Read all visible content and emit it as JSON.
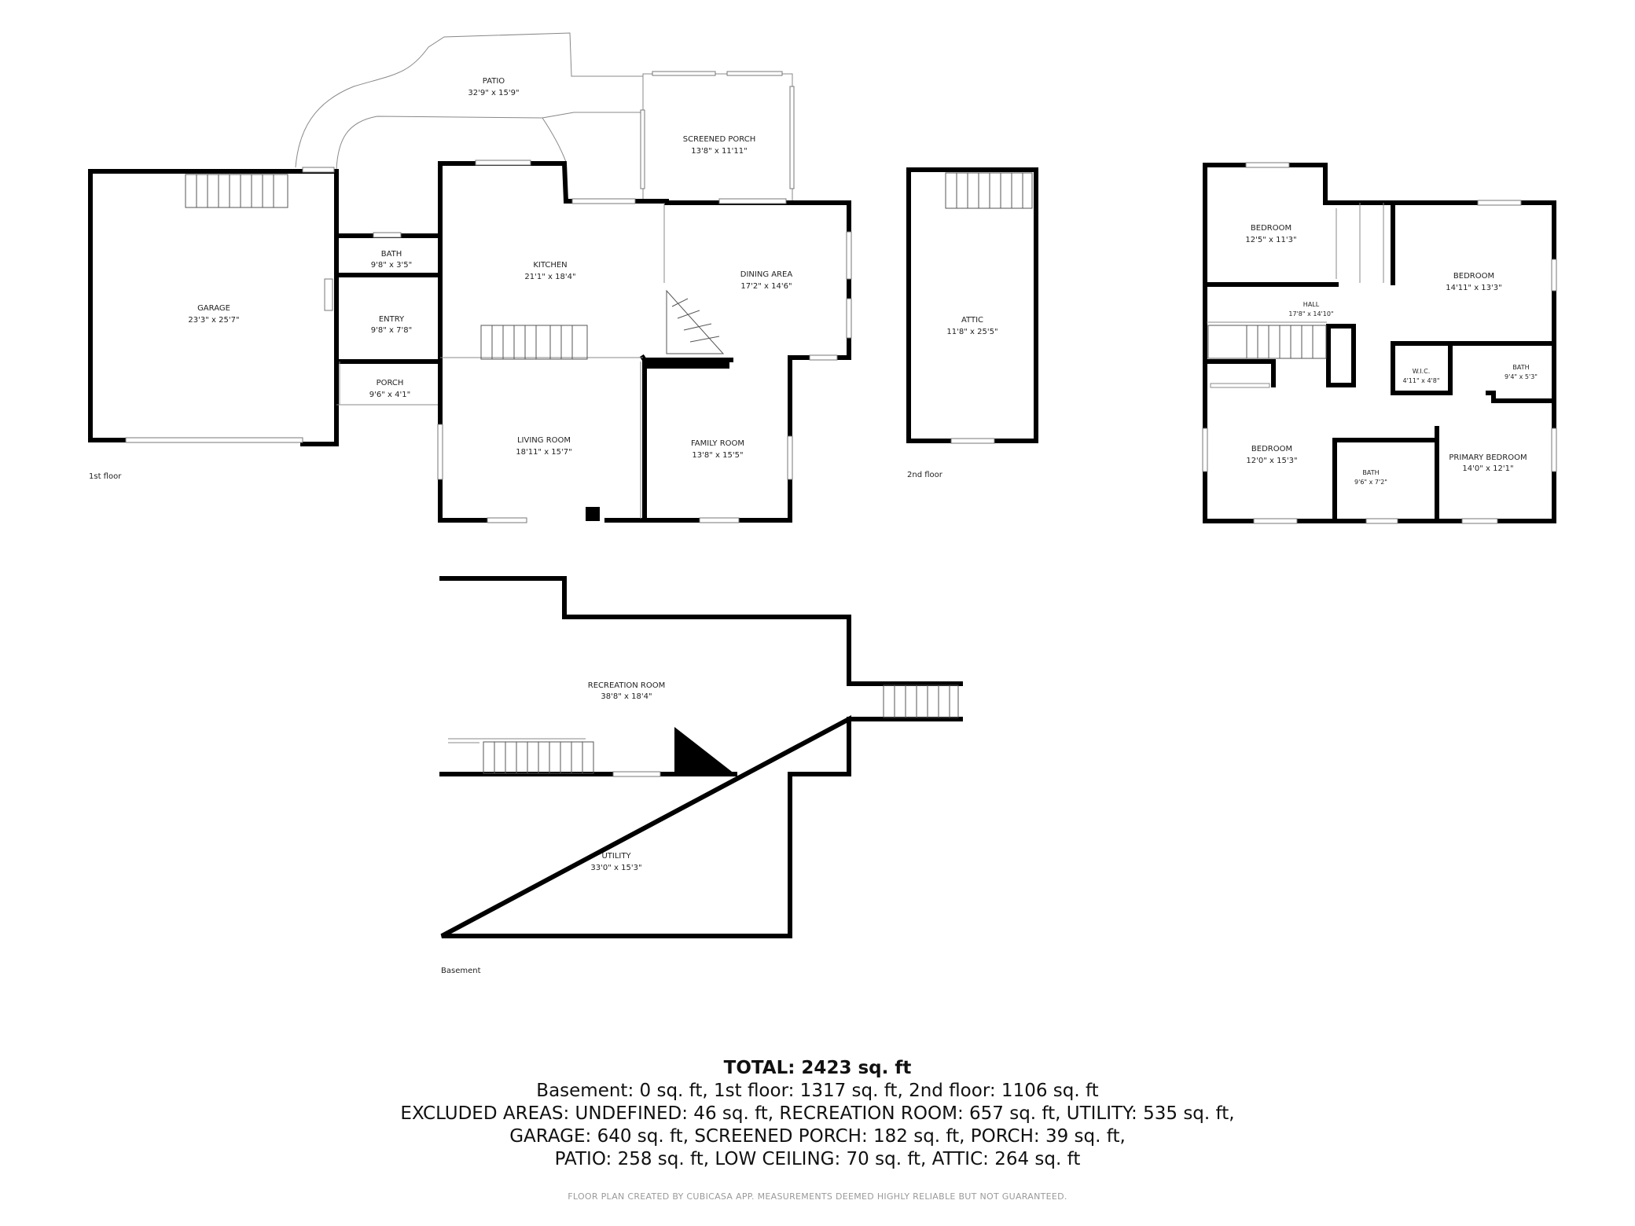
{
  "rooms": {
    "patio": {
      "name": "PATIO",
      "dim": "32'9\" x 15'9\""
    },
    "screened_porch": {
      "name": "SCREENED PORCH",
      "dim": "13'8\" x 11'11\""
    },
    "garage": {
      "name": "GARAGE",
      "dim": "23'3\" x 25'7\""
    },
    "bath_1": {
      "name": "BATH",
      "dim": "9'8\" x 3'5\""
    },
    "entry": {
      "name": "ENTRY",
      "dim": "9'8\" x 7'8\""
    },
    "porch": {
      "name": "PORCH",
      "dim": "9'6\" x 4'1\""
    },
    "kitchen": {
      "name": "KITCHEN",
      "dim": "21'1\" x 18'4\""
    },
    "dining_area": {
      "name": "DINING AREA",
      "dim": "17'2\" x 14'6\""
    },
    "living_room": {
      "name": "LIVING ROOM",
      "dim": "18'11\" x 15'7\""
    },
    "family_room": {
      "name": "FAMILY ROOM",
      "dim": "13'8\" x 15'5\""
    },
    "attic": {
      "name": "ATTIC",
      "dim": "11'8\" x 25'5\""
    },
    "bedroom_nw": {
      "name": "BEDROOM",
      "dim": "12'5\" x 11'3\""
    },
    "bedroom_ne": {
      "name": "BEDROOM",
      "dim": "14'11\" x 13'3\""
    },
    "hall": {
      "name": "HALL",
      "dim": "17'8\" x 14'10\""
    },
    "wic": {
      "name": "W.I.C.",
      "dim": "4'11\" x 4'8\""
    },
    "bath_ne": {
      "name": "BATH",
      "dim": "9'4\" x 5'3\""
    },
    "bedroom_sw": {
      "name": "BEDROOM",
      "dim": "12'0\" x 15'3\""
    },
    "bath_2": {
      "name": "BATH",
      "dim": "9'6\" x 7'2\""
    },
    "primary_bedroom": {
      "name": "PRIMARY BEDROOM",
      "dim": "14'0\" x 12'1\""
    },
    "recreation_room": {
      "name": "RECREATION ROOM",
      "dim": "38'8\" x 18'4\""
    },
    "utility": {
      "name": "UTILITY",
      "dim": "33'0\" x 15'3\""
    }
  },
  "floor_labels": {
    "first": "1st floor",
    "second": "2nd floor",
    "basement": "Basement"
  },
  "summary": {
    "total": "TOTAL: 2423 sq. ft",
    "line1": "Basement: 0 sq. ft, 1st floor: 1317 sq. ft, 2nd floor: 1106 sq. ft",
    "line2": "EXCLUDED AREAS: UNDEFINED: 46 sq. ft, RECREATION ROOM: 657 sq. ft, UTILITY: 535 sq. ft,",
    "line3": "GARAGE: 640 sq. ft, SCREENED PORCH: 182 sq. ft, PORCH: 39 sq. ft,",
    "line4": "PATIO: 258 sq. ft, LOW CEILING: 70 sq. ft, ATTIC: 264 sq. ft"
  },
  "credit": "FLOOR PLAN CREATED BY CUBICASA APP. MEASUREMENTS DEEMED HIGHLY RELIABLE BUT NOT GUARANTEED."
}
